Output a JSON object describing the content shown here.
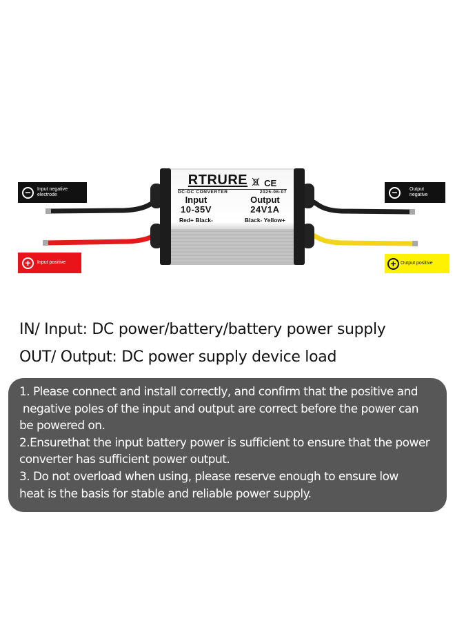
{
  "device": {
    "brand": "RTRURE",
    "weee_symbol": "weee-bin-icon",
    "ce_mark": "CE",
    "type": "DC-DC CONVERTER",
    "date": "2025-06-07",
    "input": {
      "heading": "Input",
      "voltage": "10-35V",
      "wiring": "Red+  Black-"
    },
    "output": {
      "heading": "Output",
      "rating": "24V1A",
      "wiring": "Black- Yellow+"
    }
  },
  "callouts": {
    "input_negative": {
      "icon": "minus-circle-icon",
      "symbol": "−",
      "line1": "Input negative",
      "line2": "electrode",
      "color": "#111111"
    },
    "input_positive": {
      "icon": "plus-circle-icon",
      "symbol": "+",
      "line1": "Input positive",
      "color": "#e8141a"
    },
    "output_negative": {
      "icon": "minus-circle-icon",
      "symbol": "−",
      "line1": "Output",
      "line2": "negative",
      "color": "#111111"
    },
    "output_positive": {
      "icon": "plus-circle-icon",
      "symbol": "+",
      "line1": "Output positive",
      "color": "#fff200"
    }
  },
  "wires": {
    "input_negative": "#1e1e1e",
    "input_positive": "#e31b1b",
    "output_negative": "#1e1e1e",
    "output_positive": "#f2d41c"
  },
  "headlines": {
    "in": "IN/ Input: DC power/battery/battery power supply",
    "out": "OUT/ Output: DC power supply device load"
  },
  "notes": {
    "lines": [
      "1. Please connect and install correctly, and confirm that the positive and",
      " negative poles of the input and output are correct before the power can",
      "be powered on.",
      "2.Ensurethat the input battery power is sufficient to ensure that the power",
      "converter has sufficient power output.",
      "3. Do not overload when using, please reserve enough to ensure low",
      "heat is the basis for stable and reliable power supply."
    ],
    "background": "#575757"
  }
}
